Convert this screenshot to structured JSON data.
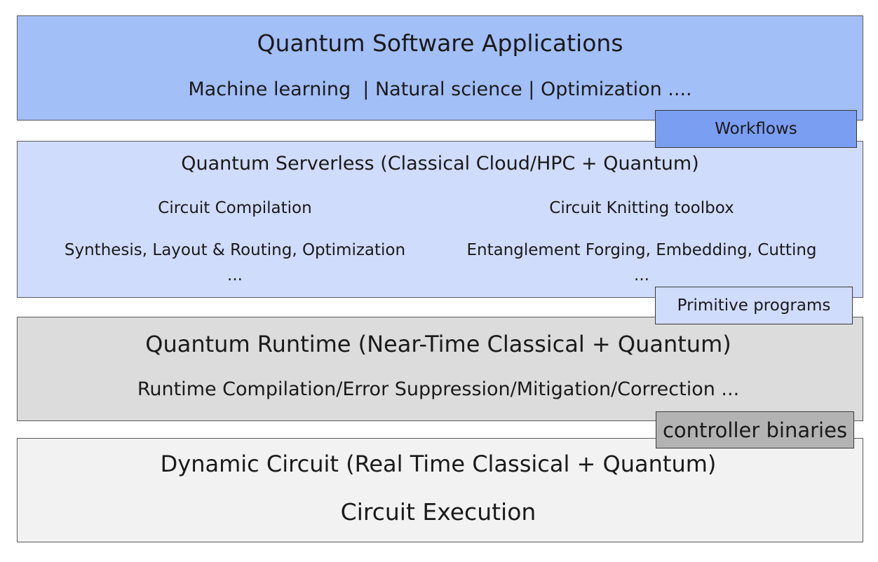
{
  "applications_layer": {
    "title": "Quantum Software Applications",
    "subtitle": "Machine learning  | Natural science | Optimization ...."
  },
  "serverless_layer": {
    "title": "Quantum Serverless (Classical Cloud/HPC + Quantum)",
    "left_heading": "Circuit Compilation",
    "left_body": "Synthesis, Layout & Routing, Optimization",
    "left_ellipsis": "...",
    "right_heading": "Circuit Knitting toolbox",
    "right_body": "Entanglement Forging, Embedding, Cutting",
    "right_ellipsis": "..."
  },
  "runtime_layer": {
    "title": "Quantum Runtime (Near-Time Classical + Quantum)",
    "subtitle": "Runtime Compilation/Error Suppression/Mitigation/Correction ..."
  },
  "dynamic_layer": {
    "title": "Dynamic Circuit (Real Time Classical + Quantum)",
    "subtitle": "Circuit Execution"
  },
  "connectors": {
    "workflows": "Workflows",
    "primitive_programs": "Primitive programs",
    "controller_binaries": "controller binaries"
  },
  "colors": {
    "applications_fill": "#a3bff7",
    "serverless_fill": "#d0dcfb",
    "runtime_fill": "#dcdcdc",
    "dynamic_fill": "#f2f2f2",
    "workflows_fill": "#7a9ef2",
    "primitive_programs_fill": "#d0dcfb",
    "controller_binaries_fill": "#b3b3b3"
  }
}
